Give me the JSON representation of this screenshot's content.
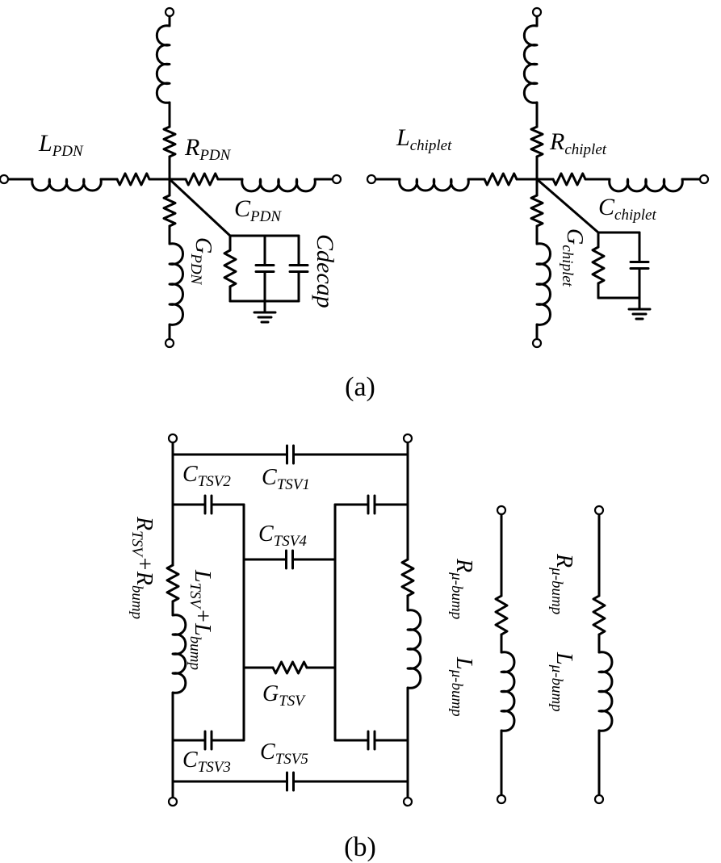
{
  "part_a": {
    "left": {
      "inductor_label": {
        "main": "L",
        "sub": "PDN"
      },
      "resistor_label": {
        "main": "R",
        "sub": "PDN"
      },
      "capacitor_label": {
        "main": "C",
        "sub": "PDN"
      },
      "conductance_label": {
        "main": "G",
        "sub": "PDN"
      },
      "decap_label": "Cdecap"
    },
    "right": {
      "inductor_label": {
        "main": "L",
        "sub": "chiplet"
      },
      "resistor_label": {
        "main": "R",
        "sub": "chiplet"
      },
      "capacitor_label": {
        "main": "C",
        "sub": "chiplet"
      },
      "conductance_label": {
        "main": "G",
        "sub": "chiplet"
      }
    },
    "caption": "(a)"
  },
  "part_b": {
    "c_tsv1": {
      "main": "C",
      "sub": "TSV1"
    },
    "c_tsv2": {
      "main": "C",
      "sub": "TSV2"
    },
    "c_tsv3": {
      "main": "C",
      "sub": "TSV3"
    },
    "c_tsv4": {
      "main": "C",
      "sub": "TSV4"
    },
    "c_tsv5": {
      "main": "C",
      "sub": "TSV5"
    },
    "g_tsv": {
      "main": "G",
      "sub": "TSV"
    },
    "r_tsv_bump": {
      "m1": "R",
      "s1": "TSV",
      "plus": "+",
      "m2": "R",
      "s2": "bump"
    },
    "l_tsv_bump": {
      "m1": "L",
      "s1": "TSV",
      "plus": "+",
      "m2": "L",
      "s2": "bump"
    },
    "ubump": {
      "r_main": "R",
      "r_sub": "μ-bump",
      "l_main": "L",
      "l_sub": "μ-bump"
    },
    "caption": "(b)"
  }
}
